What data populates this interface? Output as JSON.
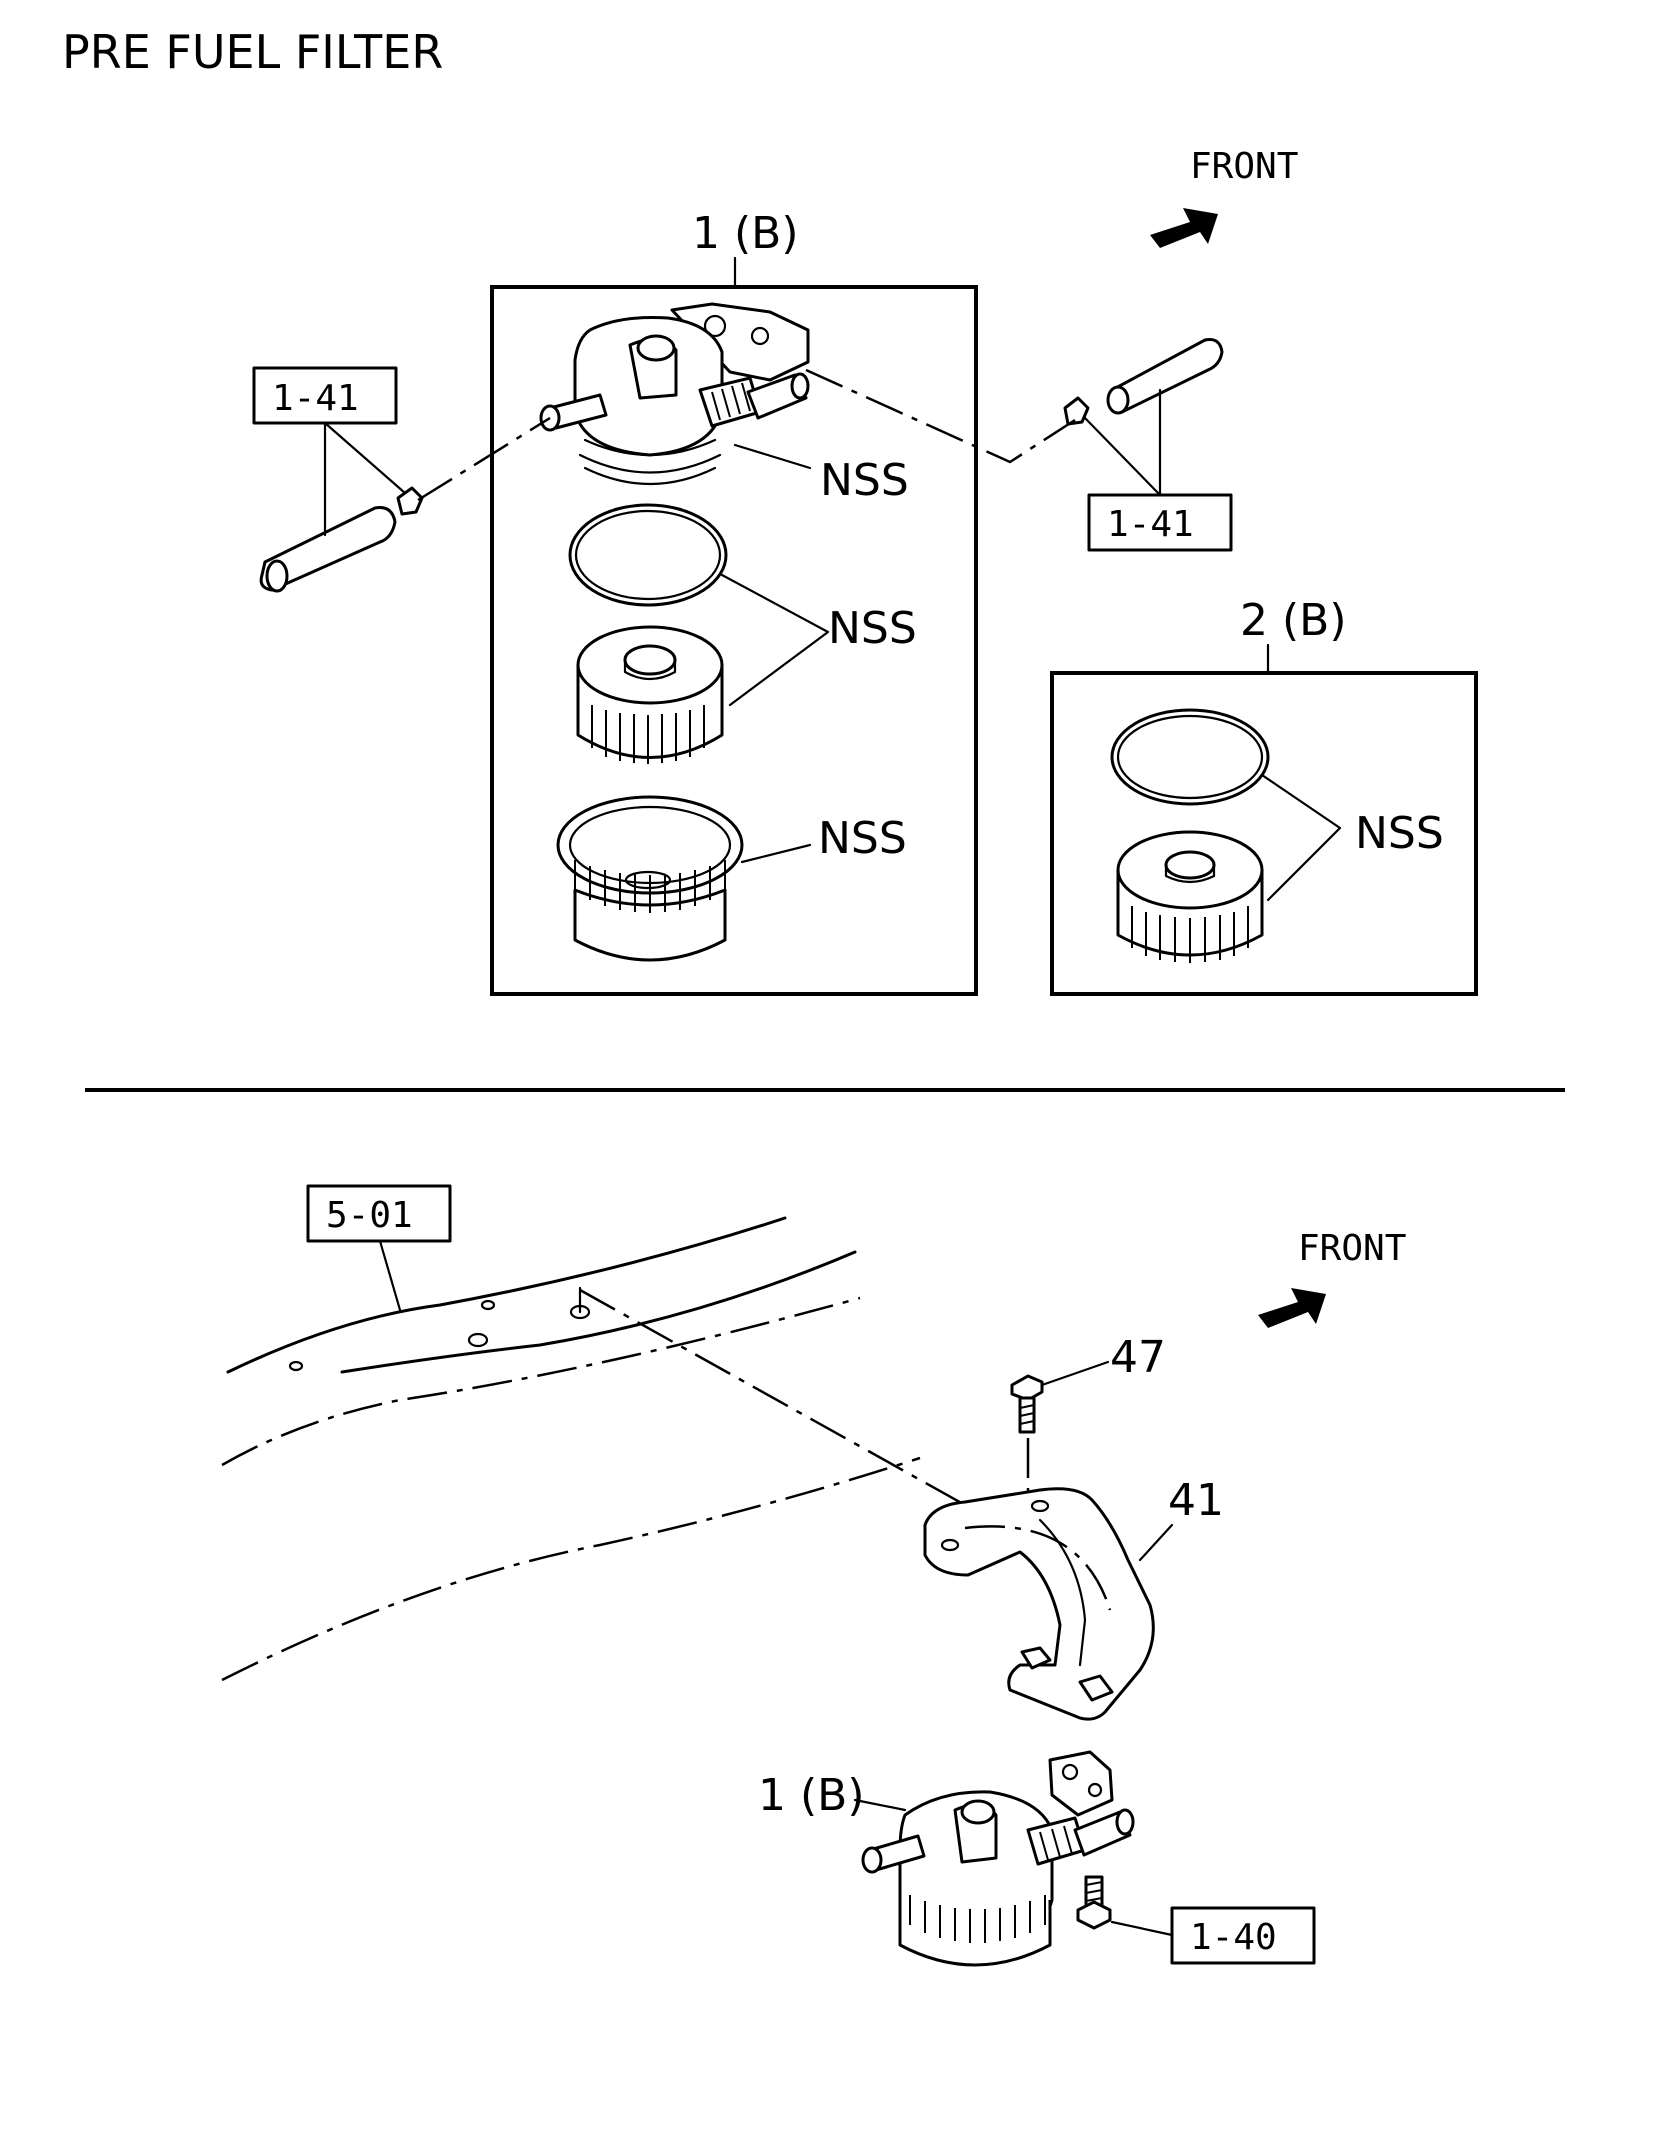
{
  "title": "PRE FUEL FILTER",
  "top_view": {
    "front_label": "FRONT",
    "assembly_1_label": "1 (B)",
    "assembly_2_label": "2 (B)",
    "ref_left": "1-41",
    "ref_right": "1-41",
    "nss_head": "NSS",
    "nss_element": "NSS",
    "nss_bowl": "NSS",
    "nss_kit": "NSS"
  },
  "bottom_view": {
    "front_label": "FRONT",
    "ref_frame": "5-01",
    "part_bolt": "47",
    "part_bracket": "41",
    "assembly_label": "1 (B)",
    "ref_bolt": "1-40"
  }
}
